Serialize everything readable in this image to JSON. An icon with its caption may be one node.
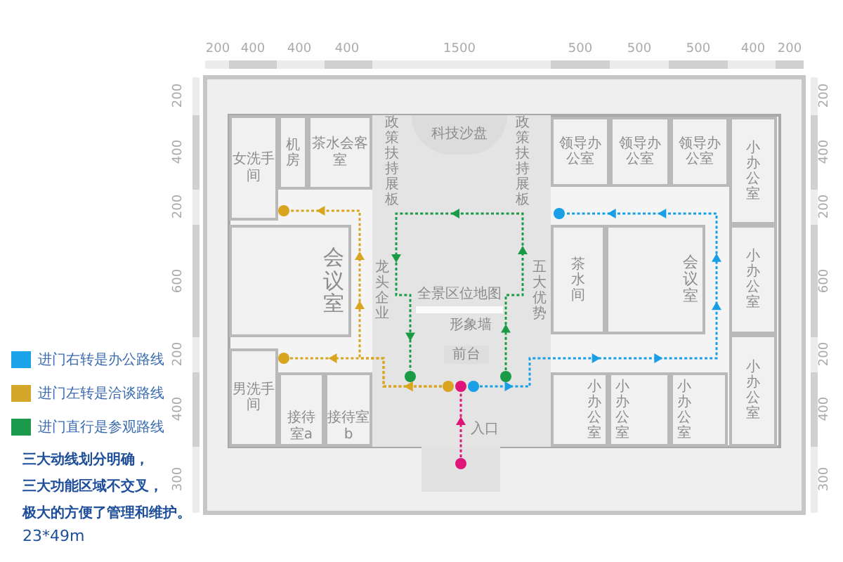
{
  "diagram": {
    "nodes": [
      {
        "text": [
          "女洗手间"
        ]
      },
      {
        "text": [
          "机房"
        ]
      },
      {
        "text": [
          "茶水会客室"
        ]
      },
      {
        "text": [
          "科技沙盘"
        ]
      },
      {
        "text": [
          "政策扶持展板"
        ]
      },
      {
        "text": [
          "政策扶持展板"
        ]
      },
      {
        "text": [
          "领导办公室"
        ]
      },
      {
        "text": [
          "领导办公室"
        ]
      },
      {
        "text": [
          "领导办公室"
        ]
      },
      {
        "text": [
          "小办公室"
        ]
      },
      {
        "text": [],
        "shape": "circle"
      },
      {
        "text": [],
        "shape": "circle"
      },
      {
        "text": [
          "会议室"
        ]
      },
      {
        "text": [
          "龙头企业"
        ]
      },
      {
        "text": [
          "五大优势"
        ]
      },
      {
        "text": [
          "全景区位地图"
        ]
      },
      {
        "text": [
          "茶水间"
        ]
      },
      {
        "text": [
          "会议室"
        ]
      },
      {
        "text": [
          "小办公室"
        ]
      },
      {
        "text": [
          "形象墙"
        ]
      },
      {
        "text": [
          "小办公室"
        ]
      },
      {
        "text": [],
        "shape": "circle"
      },
      {
        "text": [
          "前台"
        ]
      },
      {
        "text": [],
        "shape": "circle"
      },
      {
        "text": [],
        "shape": "circle"
      },
      {
        "text": [],
        "shape": "circle"
      },
      {
        "text": [],
        "shape": "circle"
      },
      {
        "text": [],
        "shape": "circle"
      },
      {
        "text": [
          "男洗手间"
        ]
      },
      {
        "text": [
          "接待室a"
        ]
      },
      {
        "text": [
          "接待室b"
        ]
      },
      {
        "text": [
          "小办公室"
        ]
      },
      {
        "text": [
          "小办公室"
        ]
      },
      {
        "text": [
          "小办公室"
        ]
      },
      {
        "text": [
          "入口"
        ]
      },
      {
        "text": [],
        "shape": "circle"
      }
    ],
    "edges": [
      {
        "from": 25,
        "to": 21,
        "arrow": "to",
        "style": "dashed",
        "color": "#d9a520"
      },
      {
        "from": 25,
        "to": 10,
        "arrow": "to",
        "style": "dashed",
        "color": "#d9a520"
      },
      {
        "from": 27,
        "to": 11,
        "arrow": "to",
        "style": "dashed",
        "color": "#1a9ee6"
      },
      {
        "from": 24,
        "to": 23,
        "arrow": "to",
        "style": "dashed",
        "color": "#1a9a45"
      },
      {
        "from": 35,
        "to": 26,
        "arrow": "to",
        "style": "dashed",
        "color": "#e0157a"
      }
    ],
    "labels": [
      "200",
      "400",
      "400",
      "400",
      "1500",
      "500",
      "500",
      "500",
      "400",
      "200",
      "200",
      "400",
      "200",
      "600",
      "200",
      "400",
      "300",
      "200",
      "400",
      "200",
      "600",
      "200",
      "400",
      "300",
      "三大动线划分明确，",
      "三大功能区域不交叉，",
      "极大的方便了管理和维护。",
      "23*49m"
    ],
    "legend": [
      {
        "text": "进门右转是办公路线",
        "color": "#1aa3e8"
      },
      {
        "text": "进门左转是洽谈路线",
        "color": "#d4a62a"
      },
      {
        "text": "进门直行是参观路线",
        "color": "#1a9a4a"
      }
    ]
  }
}
